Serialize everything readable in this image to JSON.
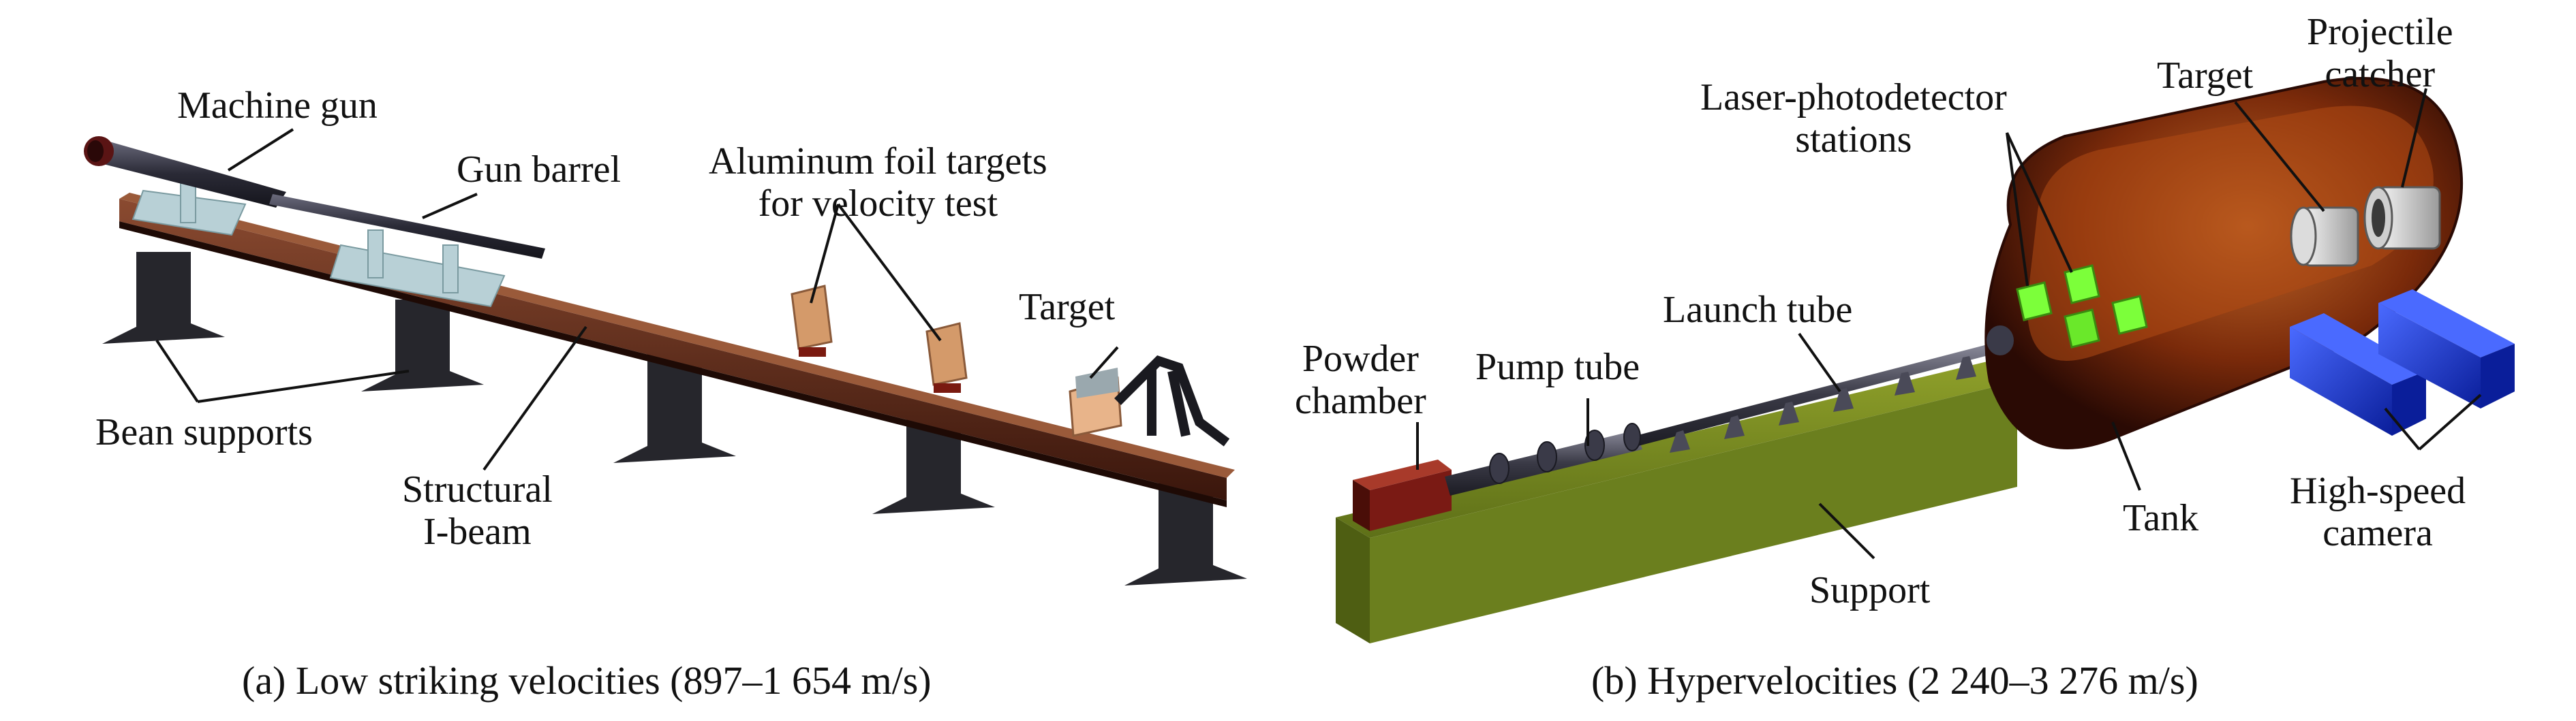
{
  "panel_a": {
    "caption": "(a) Low striking velocities (897–1 654 m/s)",
    "labels": {
      "machine_gun": "Machine gun",
      "gun_barrel": "Gun barrel",
      "foil_targets": "Aluminum foil targets\nfor velocity test",
      "target": "Target",
      "bean_supports": "Bean supports",
      "i_beam": "Structural\nI-beam"
    }
  },
  "panel_b": {
    "caption": "(b) Hypervelocities (2 240–3 276 m/s)",
    "labels": {
      "laser_stations": "Laser-photodetector\nstations",
      "target": "Target",
      "projectile_catcher": "Projectile\ncatcher",
      "launch_tube": "Launch tube",
      "powder_chamber": "Powder\nchamber",
      "pump_tube": "Pump tube",
      "tank": "Tank",
      "high_speed_camera": "High-speed\ncamera",
      "support": "Support"
    }
  },
  "colors": {
    "beam": "#5a2a1a",
    "support_dark": "#2a2a30",
    "gun_metal": "#3a3a48",
    "foil": "#d49a6a",
    "tank": "#7a2a0a",
    "green_station": "#7cff3a",
    "camera_blue": "#1a3ad8",
    "support_green": "#6b7f1e",
    "powder_red": "#7a1a14"
  }
}
